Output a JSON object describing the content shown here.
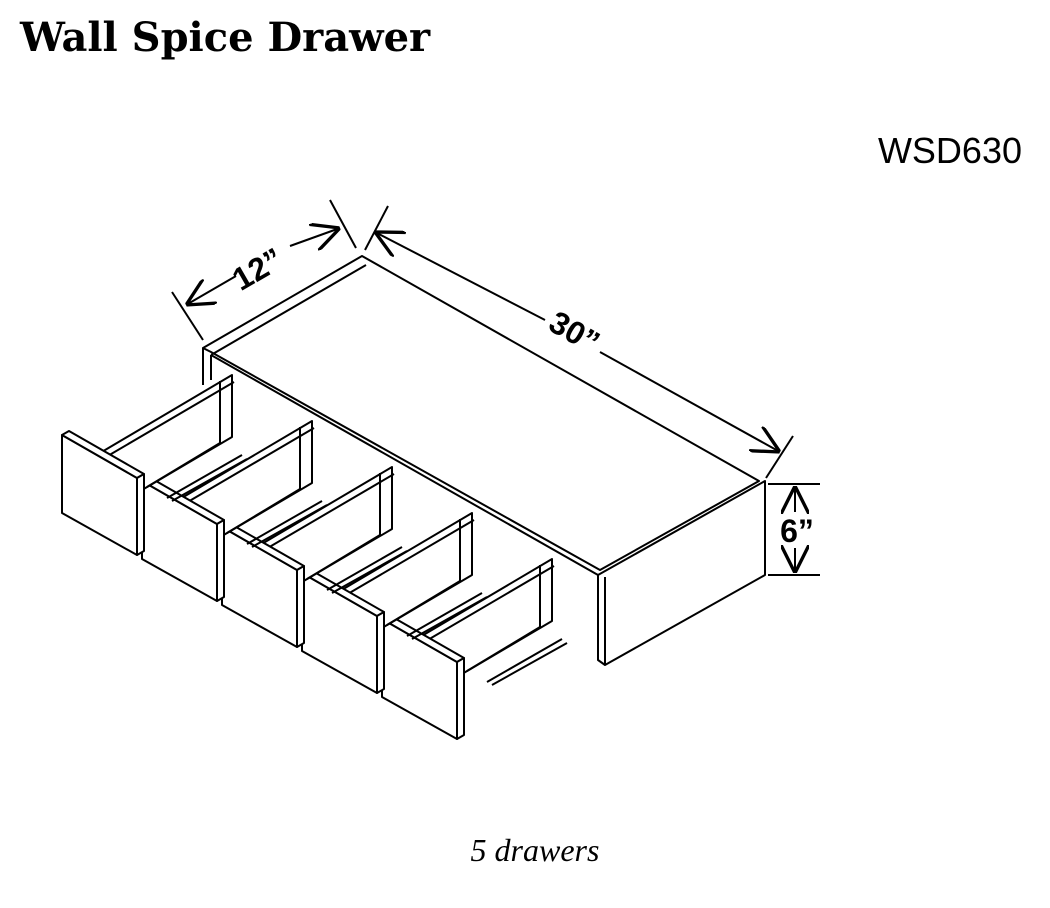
{
  "title": "Wall Spice Drawer",
  "model_code": "WSD630",
  "caption": "5 drawers",
  "dimensions": {
    "depth": "12”",
    "width": "30”",
    "height": "6”"
  },
  "drawer_count": 5
}
